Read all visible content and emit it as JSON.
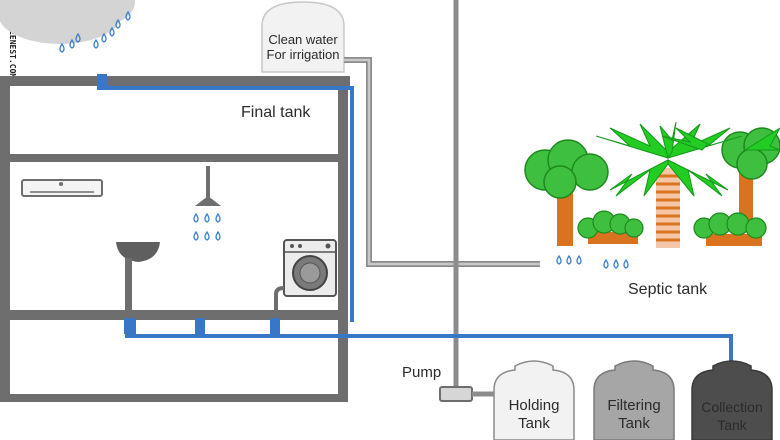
{
  "watermark": "HOTGREENEST.COM",
  "labels": {
    "clean_water_line1": "Clean water",
    "clean_water_line2": "For irrigation",
    "final_tank": "Final tank",
    "septic_tank": "Septic tank",
    "pump": "Pump",
    "holding_tank_line1": "Holding",
    "holding_tank_line2": "Tank",
    "filtering_tank_line1": "Filtering",
    "filtering_tank_line2": "Tank",
    "collection_tank_line1": "Collection",
    "collection_tank_line2": "Tank"
  },
  "colors": {
    "wall": "#6e6e6e",
    "pipe_blue": "#3877c8",
    "pipe_grey": "#8c8c8c",
    "tree_green": "#3fbf3f",
    "palm_green": "#22cc22",
    "trunk_orange": "#d9731f",
    "holding_tank": "#f2f2f2",
    "filtering_tank": "#a6a6a6",
    "collection_tank": "#4d4d4d"
  },
  "icons": [
    "rain-cloud-icon",
    "air-conditioner-icon",
    "shower-head-icon",
    "sink-icon",
    "washing-machine-icon",
    "tree-icon",
    "palm-tree-icon",
    "shrub-icon",
    "water-drop-icon"
  ]
}
